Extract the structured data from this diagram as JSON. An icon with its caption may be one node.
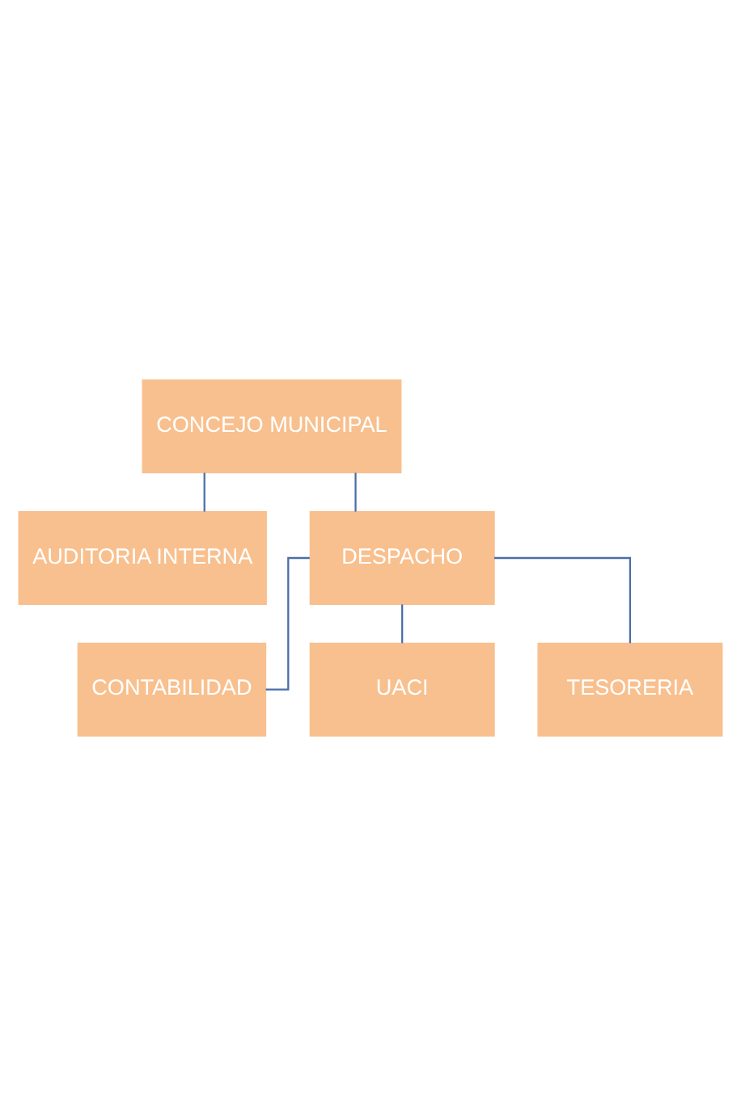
{
  "diagram": {
    "nodes": [
      {
        "text": [
          "CONCEJO MUNICIPAL"
        ]
      },
      {
        "text": [
          "AUDITORIA INTERNA"
        ]
      },
      {
        "text": [
          "DESPACHO"
        ]
      },
      {
        "text": [
          "CONTABILIDAD"
        ]
      },
      {
        "text": [
          "UACI"
        ]
      },
      {
        "text": [
          "TESORERIA"
        ]
      }
    ],
    "edges": [
      {
        "from": 0,
        "to": 1,
        "arrow": "none"
      },
      {
        "from": 0,
        "to": 2,
        "arrow": "none"
      },
      {
        "from": 2,
        "to": 3,
        "arrow": "none"
      },
      {
        "from": 2,
        "to": 4,
        "arrow": "none"
      },
      {
        "from": 2,
        "to": 5,
        "arrow": "none"
      }
    ]
  }
}
